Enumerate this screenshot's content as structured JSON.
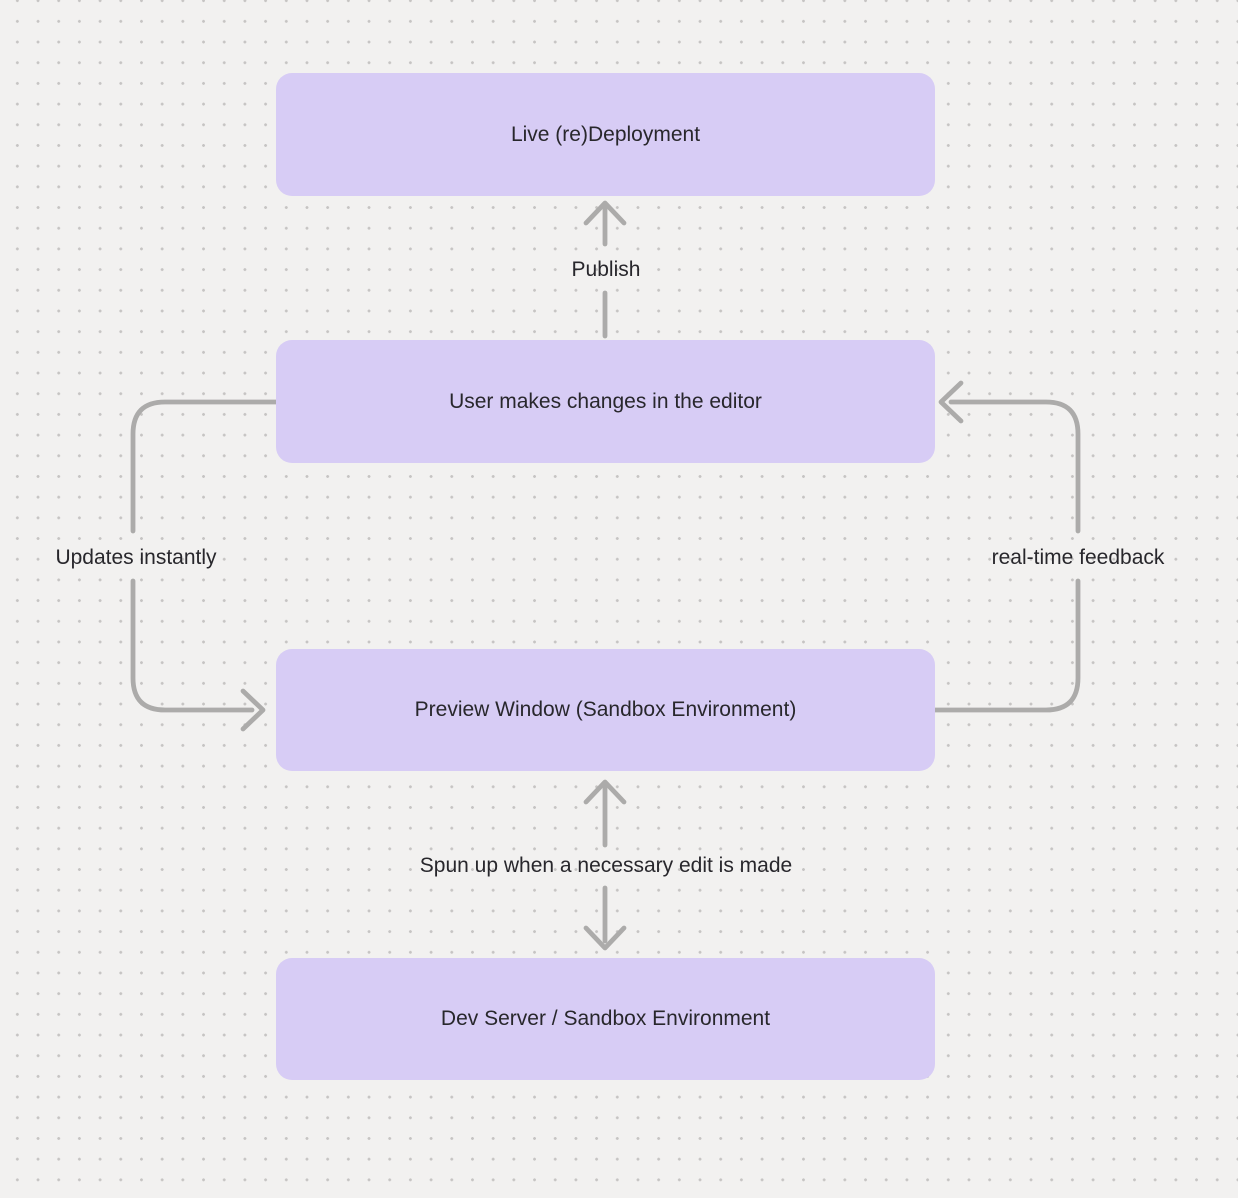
{
  "canvas": {
    "background_color": "#f2f1f0",
    "dot_color": "#c6c4c3",
    "node_fill_color": "#d7ccf5",
    "arrow_color": "#acabaa",
    "text_color": "#28272c"
  },
  "diagram": {
    "nodes": [
      {
        "id": "live-redeployment",
        "label": "Live (re)Deployment"
      },
      {
        "id": "user-editor",
        "label": "User makes changes in the editor"
      },
      {
        "id": "preview-window",
        "label": "Preview Window (Sandbox Environment)"
      },
      {
        "id": "dev-server",
        "label": "Dev Server / Sandbox Environment"
      }
    ],
    "edges": [
      {
        "id": "publish",
        "label": "Publish",
        "from": "user-editor",
        "to": "live-redeployment",
        "direction": "up"
      },
      {
        "id": "updates-instantly",
        "label": "Updates instantly",
        "from": "user-editor",
        "to": "preview-window",
        "direction": "left-loop"
      },
      {
        "id": "real-time-feedback",
        "label": "real-time feedback",
        "from": "preview-window",
        "to": "user-editor",
        "direction": "right-loop"
      },
      {
        "id": "spun-up",
        "label": "Spun up when a necessary edit is made",
        "from": "dev-server",
        "to": "preview-window",
        "direction": "both"
      }
    ]
  }
}
